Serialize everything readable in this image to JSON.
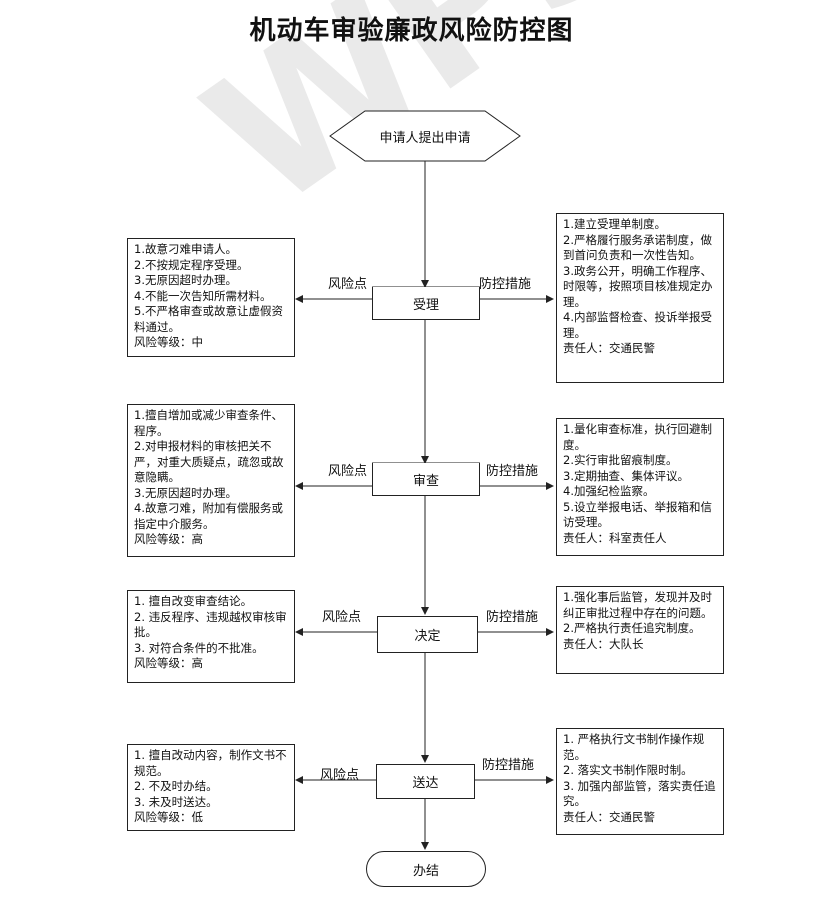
{
  "title": "机动车审验廉政风险防控图",
  "watermark": "WPS",
  "start": "申请人提出申请",
  "end": "办结",
  "risk_label": "风险点",
  "measure_label": "防控措施",
  "steps": [
    {
      "name": "受理",
      "risks": [
        "1.故意刁难申请人。",
        "2.不按规定程序受理。",
        "3.无原因超时办理。",
        "4.不能一次告知所需材料。",
        "5.不严格审查或故意让虚假资料通过。",
        "风险等级：中"
      ],
      "measures": [
        "1.建立受理单制度。",
        "2.严格履行服务承诺制度，做到首问负责和一次性告知。",
        "3.政务公开，明确工作程序、时限等，按照项目核准规定办理。",
        "4.内部监督检查、投诉举报受理。",
        "责任人：交通民警"
      ]
    },
    {
      "name": "审查",
      "risks": [
        "1.擅自增加或减少审查条件、程序。",
        "2.对申报材料的审核把关不严，对重大质疑点，疏忽或故意隐瞒。",
        "3.无原因超时办理。",
        "4.故意刁难，附加有偿服务或指定中介服务。",
        "风险等级：高"
      ],
      "measures": [
        "1.量化审查标准，执行回避制度。",
        "2.实行审批留痕制度。",
        "3.定期抽查、集体评议。",
        "4.加强纪检监察。",
        "5.设立举报电话、举报箱和信访受理。",
        "责任人：科室责任人"
      ]
    },
    {
      "name": "决定",
      "risks": [
        "1. 擅自改变审查结论。",
        "2. 违反程序、违规越权审核审批。",
        "3. 对符合条件的不批准。",
        "风险等级：高"
      ],
      "measures": [
        "1.强化事后监管，发现并及时纠正审批过程中存在的问题。",
        "2.严格执行责任追究制度。",
        "责任人：大队长"
      ]
    },
    {
      "name": "送达",
      "risks": [
        "1. 擅自改动内容，制作文书不规范。",
        "2. 不及时办结。",
        "3. 未及时送达。",
        "风险等级：低"
      ],
      "measures": [
        "1. 严格执行文书制作操作规范。",
        "2. 落实文书制作限时制。",
        "3. 加强内部监管，落实责任追究。",
        "责任人：交通民警"
      ]
    }
  ]
}
